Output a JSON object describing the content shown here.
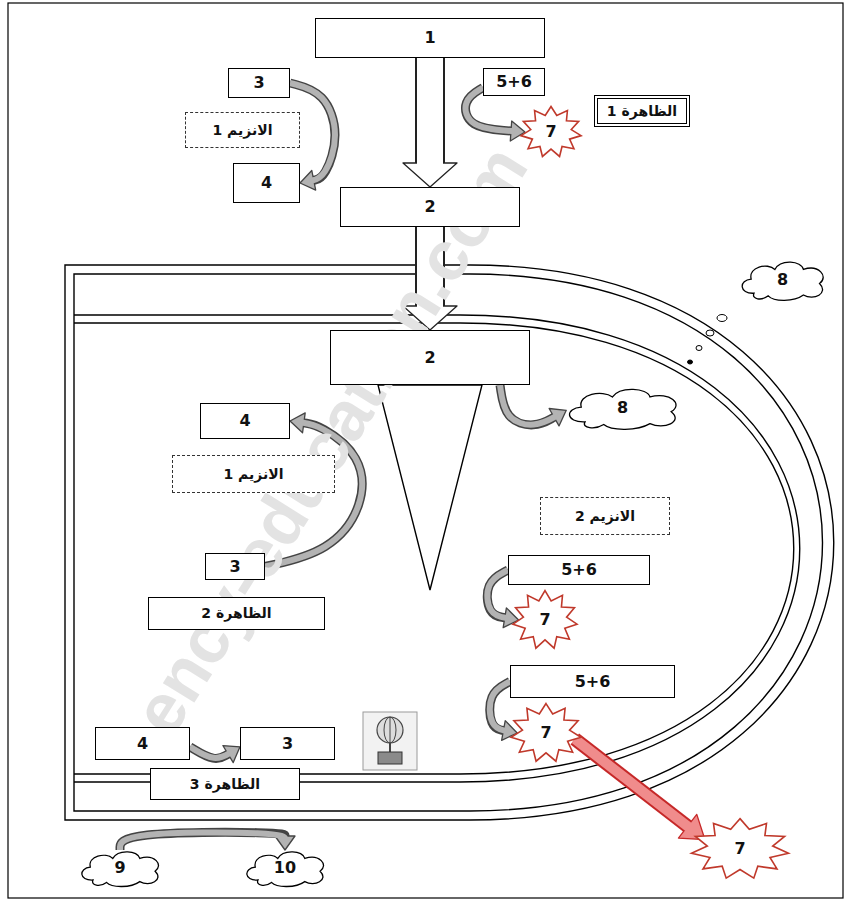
{
  "diagram": {
    "nodes": [
      {
        "text": [
          "1"
        ]
      },
      {
        "text": [
          "3"
        ]
      },
      {
        "text": [
          "5+6"
        ]
      },
      {
        "text": [
          "الظاهرة 1"
        ]
      },
      {
        "text": [
          "الانزيم 1"
        ]
      },
      {
        "text": [
          "7"
        ]
      },
      {
        "text": [
          "4"
        ]
      },
      {
        "text": [
          "2"
        ]
      },
      {
        "text": [
          "8"
        ]
      },
      {
        "text": [
          "2"
        ]
      },
      {
        "text": [
          "4"
        ]
      },
      {
        "text": [
          "الانزيم 1"
        ]
      },
      {
        "text": [
          "8"
        ]
      },
      {
        "text": [
          "الانزيم 2"
        ]
      },
      {
        "text": [
          "5+6"
        ]
      },
      {
        "text": [
          "7"
        ]
      },
      {
        "text": [
          "3"
        ]
      },
      {
        "text": [
          "الظاهرة 2"
        ]
      },
      {
        "text": [
          "5+6"
        ]
      },
      {
        "text": [
          "7"
        ]
      },
      {
        "text": [
          "4"
        ]
      },
      {
        "text": [
          "3"
        ]
      },
      {
        "text": [
          "الظاهرة 3"
        ]
      },
      {
        "text": [
          "9"
        ]
      },
      {
        "text": [
          "10"
        ]
      },
      {
        "text": [
          "7"
        ]
      }
    ],
    "edges": [
      {
        "from": 0,
        "to": 7,
        "arrow": "to"
      },
      {
        "from": 1,
        "to": 6,
        "arrow": "to"
      },
      {
        "from": 2,
        "to": 5,
        "arrow": "to"
      },
      {
        "from": 7,
        "to": 9,
        "arrow": "to"
      },
      {
        "from": 16,
        "to": 10,
        "arrow": "to"
      },
      {
        "from": 9,
        "to": 12,
        "arrow": "to"
      },
      {
        "from": 14,
        "to": 15,
        "arrow": "to"
      },
      {
        "from": 18,
        "to": 19,
        "arrow": "to"
      },
      {
        "from": 20,
        "to": 21,
        "arrow": "to"
      },
      {
        "from": 23,
        "to": 24,
        "arrow": "to"
      },
      {
        "from": 19,
        "to": 25,
        "arrow": "to"
      }
    ],
    "labels": [
      "ency-education.com"
    ]
  }
}
